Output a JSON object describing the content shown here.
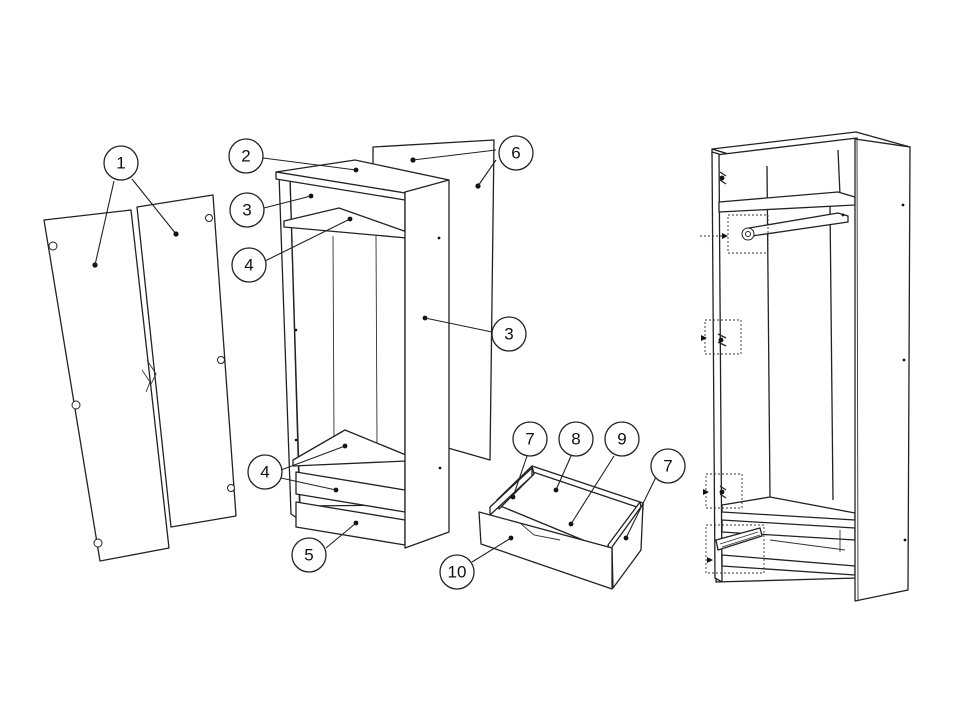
{
  "callouts": [
    {
      "id": "c1",
      "label": "1"
    },
    {
      "id": "c2",
      "label": "2"
    },
    {
      "id": "c3a",
      "label": "3"
    },
    {
      "id": "c3b",
      "label": "3"
    },
    {
      "id": "c4a",
      "label": "4"
    },
    {
      "id": "c4b",
      "label": "4"
    },
    {
      "id": "c5",
      "label": "5"
    },
    {
      "id": "c6",
      "label": "6"
    },
    {
      "id": "c7a",
      "label": "7"
    },
    {
      "id": "c7b",
      "label": "7"
    },
    {
      "id": "c8",
      "label": "8"
    },
    {
      "id": "c9",
      "label": "9"
    },
    {
      "id": "c10",
      "label": "10"
    }
  ]
}
